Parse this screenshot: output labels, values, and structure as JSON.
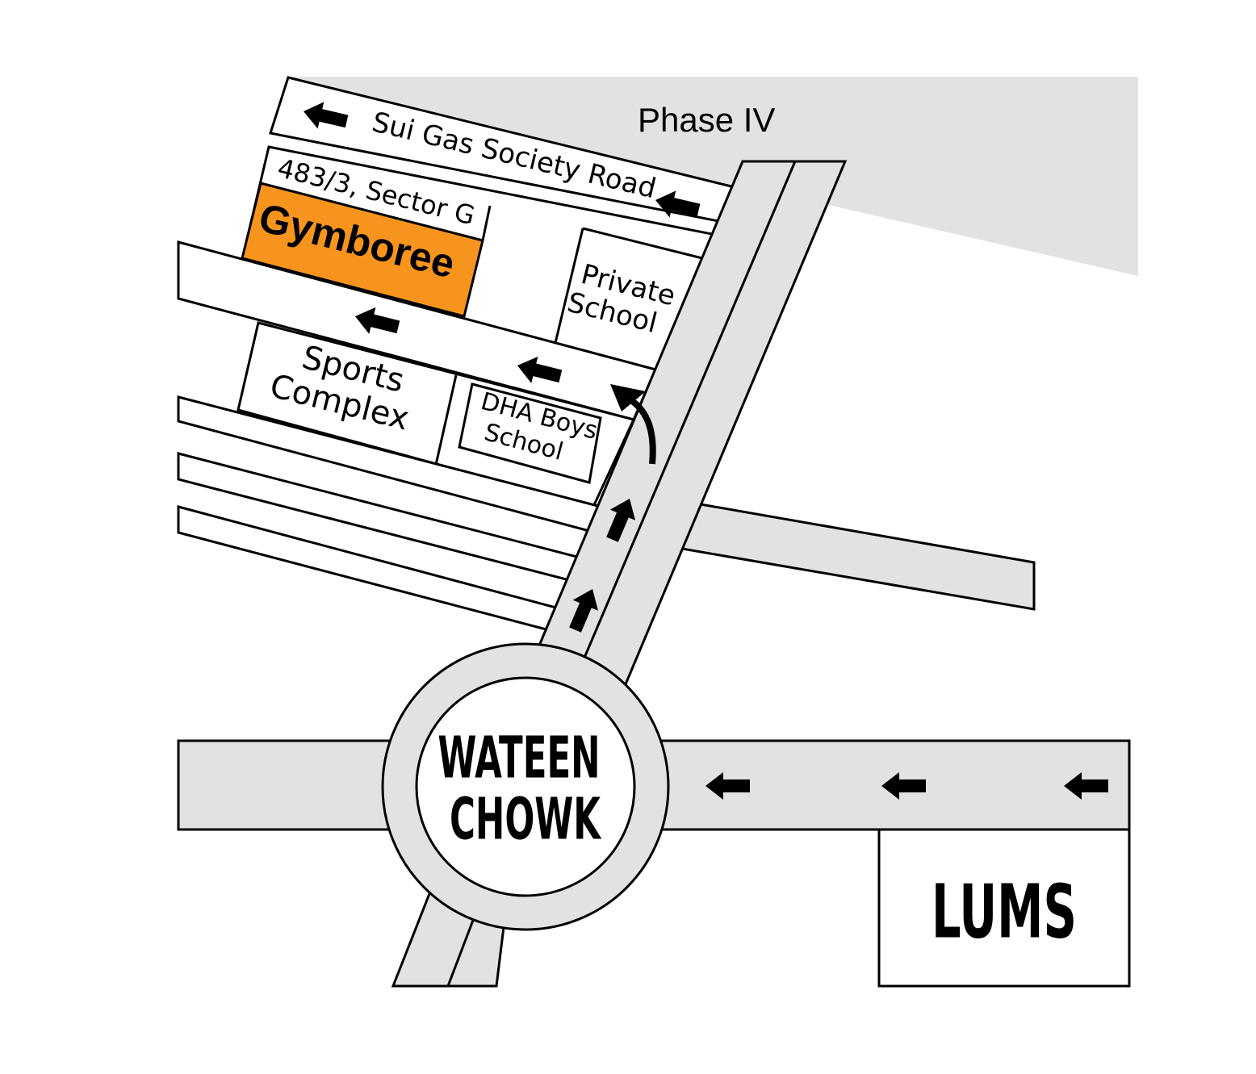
{
  "map": {
    "area_label": "Phase IV",
    "roads": {
      "top_road": "Sui Gas Society Road"
    },
    "places": {
      "destination": {
        "name": "Gymboree",
        "address": "483/3, Sector G",
        "highlight_color": "#F7941D"
      },
      "private_school": {
        "line1": "Private",
        "line2": "School"
      },
      "sports_complex": {
        "line1": "Sports",
        "line2": "Complex"
      },
      "dha_boys_school": {
        "line1": "DHA Boys",
        "line2": "School"
      },
      "roundabout": {
        "line1": "WATEEN",
        "line2": "CHOWK"
      },
      "university": {
        "name": "LUMS"
      }
    },
    "colors": {
      "road_fill": "#E1E2E4",
      "area_fill": "#E1E2E4",
      "outline": "#000000",
      "background": "#FFFFFF"
    },
    "direction_arrows": [
      "left",
      "left",
      "left",
      "left",
      "curve-left",
      "up",
      "up",
      "left",
      "left",
      "left"
    ]
  }
}
